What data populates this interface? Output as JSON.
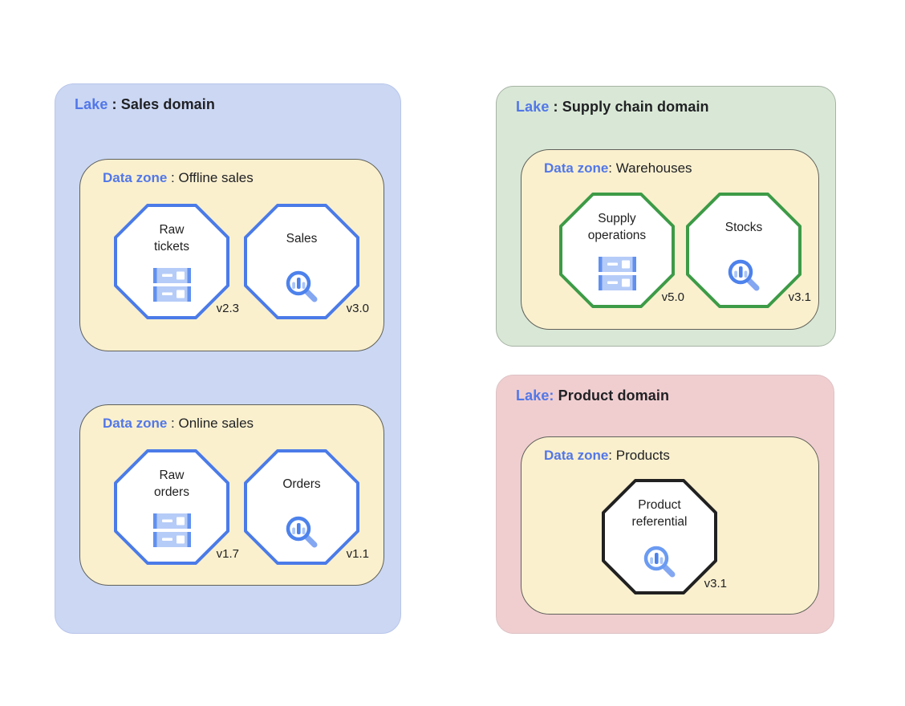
{
  "colors": {
    "label_blue": "#5277e8",
    "text_dark": "#202124",
    "zone_bg": "#faf0ce",
    "icon_blue": "#4d82ec",
    "icon_light_blue": "#aac5f7",
    "storage_bar_blue": "#b6ccf8",
    "storage_cap_blue": "#6190ef"
  },
  "lakes": [
    {
      "prefix": "Lake",
      "sep": " : ",
      "name": "Sales domain",
      "bg": "#cbd7f3",
      "octagon_border": "#4b7be8",
      "zones": [
        {
          "prefix": "Data zone",
          "sep": " : ",
          "name": "Offline sales",
          "bg": "#faf0ce",
          "assets": [
            {
              "name": "Raw\ntickets",
              "version": "v2.3",
              "icon": "storage-icon"
            },
            {
              "name": "Sales",
              "version": "v3.0",
              "icon": "search-insights-icon"
            }
          ]
        },
        {
          "prefix": "Data zone",
          "sep": " : ",
          "name": "Online sales",
          "bg": "#faf0ce",
          "assets": [
            {
              "name": "Raw\norders",
              "version": "v1.7",
              "icon": "storage-icon"
            },
            {
              "name": "Orders",
              "version": "v1.1",
              "icon": "search-insights-icon"
            }
          ]
        }
      ]
    },
    {
      "prefix": "Lake",
      "sep": " : ",
      "name": "Supply chain domain",
      "bg": "#d9e8d6",
      "octagon_border": "#3d9b47",
      "zones": [
        {
          "prefix": "Data zone",
          "sep": ": ",
          "name": "Warehouses",
          "bg": "#faf0ce",
          "assets": [
            {
              "name": "Supply\noperations",
              "version": "v5.0",
              "icon": "storage-icon"
            },
            {
              "name": "Stocks",
              "version": "v3.1",
              "icon": "search-insights-icon"
            }
          ]
        }
      ]
    },
    {
      "prefix": "Lake:",
      "sep": " ",
      "name": "Product domain",
      "bg": "#f0ced0",
      "octagon_border": "#212121",
      "zones": [
        {
          "prefix": "Data zone",
          "sep": ": ",
          "name": "Products",
          "bg": "#faf0ce",
          "assets": [
            {
              "name": "Product\nreferential",
              "version": "v3.1",
              "icon": "search-insights-icon"
            }
          ]
        }
      ]
    }
  ]
}
